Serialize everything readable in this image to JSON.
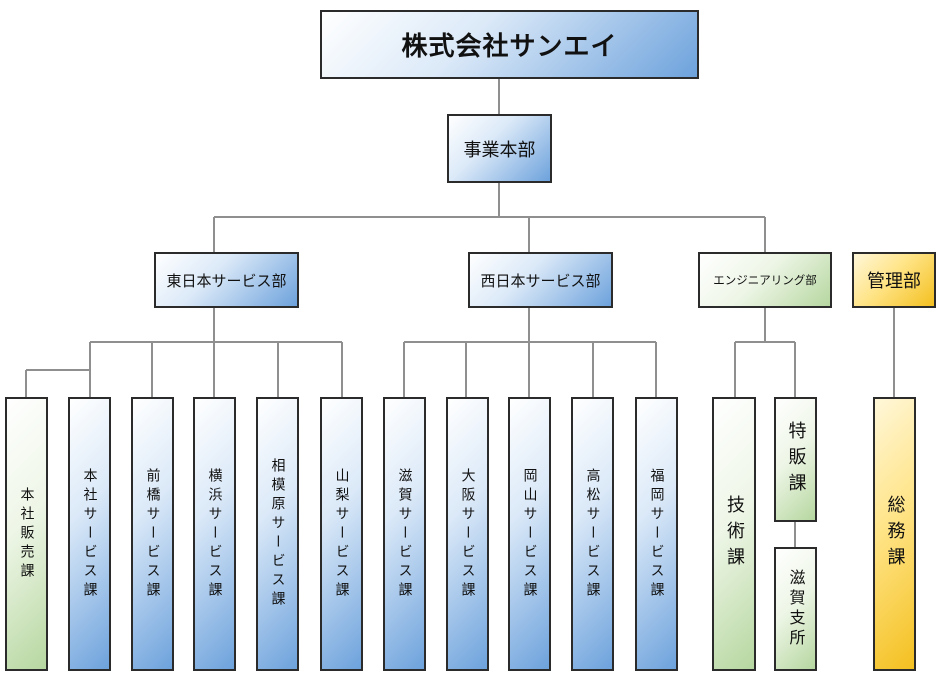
{
  "company": "株式会社サンエイ",
  "division": "事業本部",
  "departments": {
    "east": "東日本サービス部",
    "west": "西日本サービス部",
    "engineering": "エンジニアリング部",
    "admin": "管理部"
  },
  "east_sections": [
    "本社販売課",
    "本社サービス課",
    "前橋サービス課",
    "横浜サービス課",
    "相模原サービス課",
    "山梨サービス課"
  ],
  "west_sections": [
    "滋賀サービス課",
    "大阪サービス課",
    "岡山サービス課",
    "高松サービス課",
    "福岡サービス課"
  ],
  "engineering_sections": [
    "技術課",
    "特販課",
    "滋賀支所"
  ],
  "admin_sections": [
    "総務課"
  ]
}
